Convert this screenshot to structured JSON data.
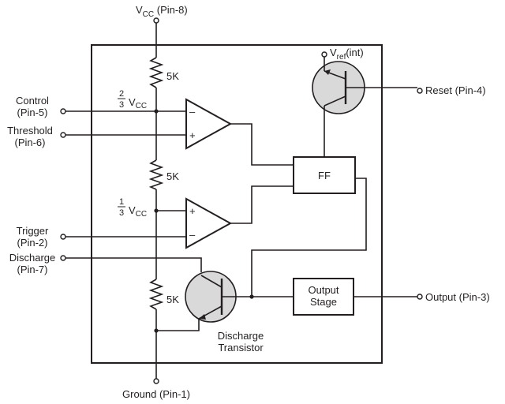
{
  "pins": {
    "vcc": {
      "main": "V",
      "sub": "CC",
      "rest": " (Pin-8)"
    },
    "control": [
      "Control",
      "(Pin-5)"
    ],
    "threshold": [
      "Threshold",
      "(Pin-6)"
    ],
    "trigger": [
      "Trigger",
      "(Pin-2)"
    ],
    "discharge": [
      "Discharge",
      "(Pin-7)"
    ],
    "reset": "Reset (Pin-4)",
    "output": "Output (Pin-3)",
    "ground": "Ground (Pin-1)"
  },
  "resistors": [
    "5K",
    "5K",
    "5K"
  ],
  "reference_levels": {
    "upper": {
      "num": "2",
      "den": "3",
      "main": "V",
      "sub": "CC"
    },
    "lower": {
      "num": "1",
      "den": "3",
      "main": "V",
      "sub": "CC"
    }
  },
  "comparator_inputs": {
    "upper": {
      "top": "–",
      "bottom": "+"
    },
    "lower": {
      "top": "+",
      "bottom": "–"
    }
  },
  "blocks": {
    "flipflop": "FF",
    "output_stage": [
      "Output",
      "Stage"
    ]
  },
  "vref": {
    "main": "V",
    "sub": "ref",
    "rest": "(int)"
  },
  "discharge_transistor": [
    "Discharge",
    "Transistor"
  ]
}
